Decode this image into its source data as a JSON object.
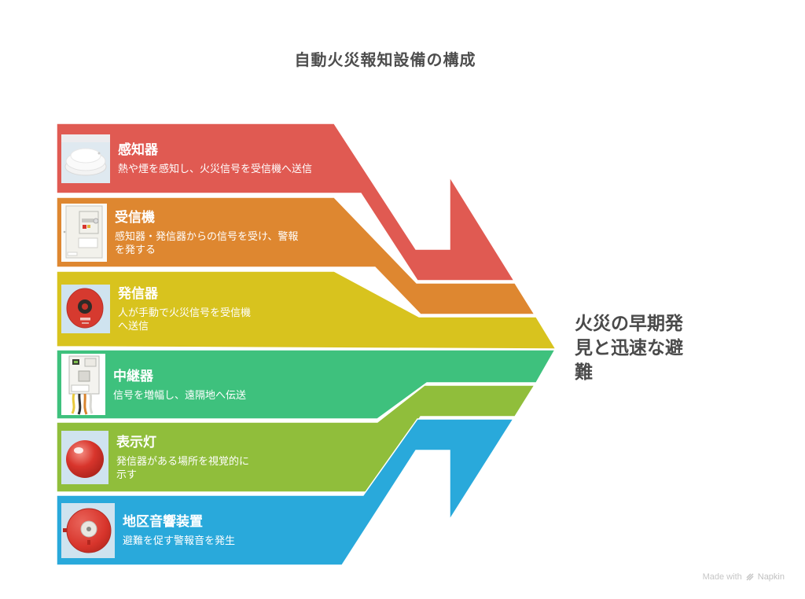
{
  "title": "自動火災報知設備の構成",
  "conclusion": "火災の早期発\n見と迅速な避\n難",
  "bands": [
    {
      "label": "感知器",
      "description": "熱や煙を感知し、火災信号を受信機へ送信",
      "color": "#E05A52",
      "image": "smoke-detector"
    },
    {
      "label": "受信機",
      "description": "感知器・発信器からの信号を受け、警報\nを発する",
      "color": "#DE8730",
      "image": "control-panel"
    },
    {
      "label": "発信器",
      "description": "人が手動で火災信号を受信機\nへ送信",
      "color": "#D8C31E",
      "image": "manual-call-point"
    },
    {
      "label": "中継器",
      "description": "信号を増幅し、遠隔地へ伝送",
      "color": "#3EC17D",
      "image": "repeater-unit"
    },
    {
      "label": "表示灯",
      "description": "発信器がある場所を視覚的に\n示す",
      "color": "#90BE3B",
      "image": "indicator-lamp"
    },
    {
      "label": "地区音響装置",
      "description": "避難を促す警報音を発生",
      "color": "#29A9DB",
      "image": "alarm-bell"
    }
  ],
  "footer": {
    "label": "Made with",
    "brand": "Napkin"
  },
  "colors": {
    "title_text": "#4D4D4D",
    "conclusion_text": "#4A4A4A",
    "band_text": "#FFFFFF",
    "footer_text": "#C6C6C6",
    "background": "#FFFFFF"
  }
}
